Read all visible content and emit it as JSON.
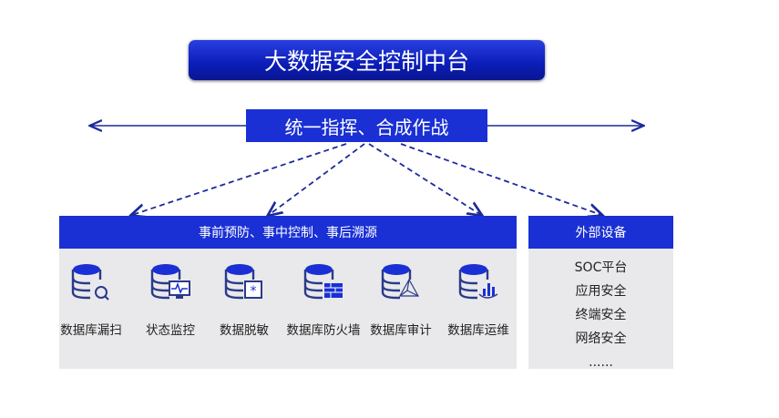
{
  "title": "大数据安全控制中台",
  "command": "统一指挥、合成作战",
  "left_panel": {
    "header": "事前预防、事中控制、事后溯源",
    "tools": [
      {
        "label": "数据库漏扫",
        "icon": "database-bug-scan-icon"
      },
      {
        "label": "状态监控",
        "icon": "database-monitor-icon"
      },
      {
        "label": "数据脱敏",
        "icon": "database-mask-icon"
      },
      {
        "label": "数据库防火墙",
        "icon": "database-firewall-icon"
      },
      {
        "label": "数据库审计",
        "icon": "database-audit-icon"
      },
      {
        "label": "数据库运维",
        "icon": "database-ops-icon"
      }
    ]
  },
  "right_panel": {
    "header": "外部设备",
    "items": [
      "SOC平台",
      "应用安全",
      "终端安全",
      "网络安全",
      "......"
    ]
  },
  "colors": {
    "primary": "#1a30d4",
    "panel_bg": "#e9e9eb",
    "line": "#1b2a9a"
  }
}
